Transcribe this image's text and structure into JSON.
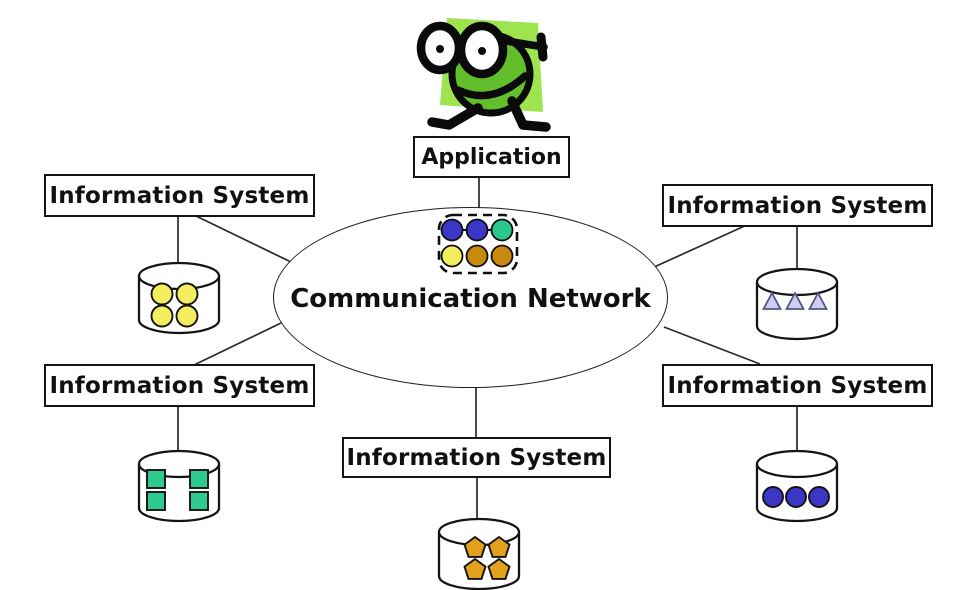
{
  "diagram": {
    "application": {
      "label": "Application"
    },
    "network": {
      "label": "Communication Network",
      "packets": {
        "row1_colors": [
          "blue",
          "blue",
          "teal"
        ],
        "row2_colors": [
          "yellow",
          "gold",
          "gold"
        ]
      }
    },
    "info_systems": [
      {
        "position": "top-left",
        "label": "Information System",
        "store": {
          "shape": "circle",
          "count": 4,
          "color": "#f2ee5e"
        }
      },
      {
        "position": "top-right",
        "label": "Information System",
        "store": {
          "shape": "triangle",
          "count": 3,
          "color": "#cfcdef"
        }
      },
      {
        "position": "bottom-left",
        "label": "Information System",
        "store": {
          "shape": "square",
          "count": 4,
          "color": "#2fca8e"
        }
      },
      {
        "position": "bottom-center",
        "label": "Information System",
        "store": {
          "shape": "pentagon",
          "count": 4,
          "color": "#e3a01d"
        }
      },
      {
        "position": "bottom-right",
        "label": "Information System",
        "store": {
          "shape": "circle",
          "count": 3,
          "color": "#3b36c6"
        }
      }
    ],
    "colors": {
      "blue": "#3b36c6",
      "teal": "#2bc78e",
      "yellow": "#f2ee5e",
      "gold": "#c9890f",
      "lavender": "#cfcdef",
      "green": "#2fca8e",
      "orange": "#e3a01d",
      "mascot_square": "#9ee44f",
      "mascot_head": "#62bf2b",
      "outline": "#111111"
    }
  }
}
